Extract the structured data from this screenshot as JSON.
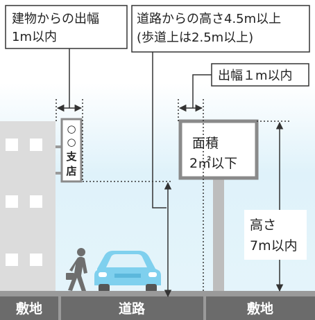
{
  "labels": {
    "building_extension": [
      "建物からの出幅",
      "1m以内"
    ],
    "road_height": [
      "道路からの高さ4.5m以上",
      "(歩道上は2.5m以上)"
    ],
    "sign_extension": "出幅１m以内",
    "sign_area": [
      "面積",
      "2㎡以下"
    ],
    "sign_height": [
      "高さ",
      "7m以内"
    ],
    "vertical_sign": [
      "○",
      "○",
      "支",
      "店"
    ]
  },
  "ground": {
    "left": "敷地",
    "center": "道路",
    "right": "敷地"
  },
  "colors": {
    "sky": "#dff2fa",
    "building": "#dcdcdc",
    "window": "#ffffff",
    "ground": "#6b6b6b",
    "ground_light": "#9a9a9a",
    "car": "#7fd0ee",
    "line": "#333333"
  }
}
